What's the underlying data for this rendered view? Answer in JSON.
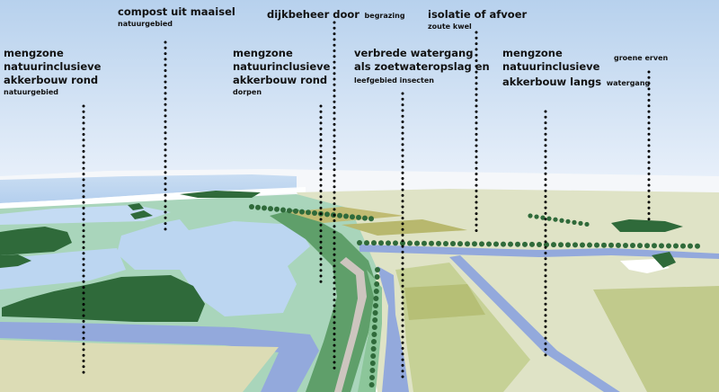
{
  "title": "Landscape illustration with nature-inclusive agriculture measures",
  "colors": {
    "sky_top": "#b9d3ee",
    "sky_bottom": "#e6eff9",
    "haze": "#f6f8fb",
    "water": "#bfd8f2",
    "water_channel": "#93a9dc",
    "marsh": "#a9d6bd",
    "forest": "#2f6a3a",
    "field_light": "#dfe2c2",
    "field_mid": "#c6d196",
    "field_olive": "#b6bf76",
    "grass": "#8ec79d",
    "dike_dark": "#5a9e64",
    "road": "#cfc6bd",
    "dots": "#000000"
  },
  "labels": [
    {
      "id": "mengzone-natuurgebied",
      "lines": [
        "mengzone",
        "natuurinclusieve",
        "akkerbouw rond"
      ],
      "small": "natuurgebied"
    },
    {
      "id": "compost",
      "lines": [
        "compost uit maaisel"
      ],
      "small": "natuurgebied"
    },
    {
      "id": "mengzone-dorpen",
      "lines": [
        "mengzone",
        "natuurinclusieve",
        "akkerbouw rond"
      ],
      "small": "dorpen"
    },
    {
      "id": "dijkbeheer",
      "big": "dijkbeheer door",
      "inline_small": "begrazing"
    },
    {
      "id": "watergang",
      "lines": [
        "verbrede watergang",
        "als zoetwateropslag en"
      ],
      "small": "leefgebied insecten"
    },
    {
      "id": "isolatie",
      "lines": [
        "isolatie of afvoer"
      ],
      "small": "zoute kwel"
    },
    {
      "id": "mengzone-watergang",
      "lines": [
        "mengzone",
        "natuurinclusieve"
      ],
      "big_last": "akkerbouw langs",
      "inline_small": "watergang"
    },
    {
      "id": "groene-erven",
      "small": "groene erven"
    }
  ]
}
